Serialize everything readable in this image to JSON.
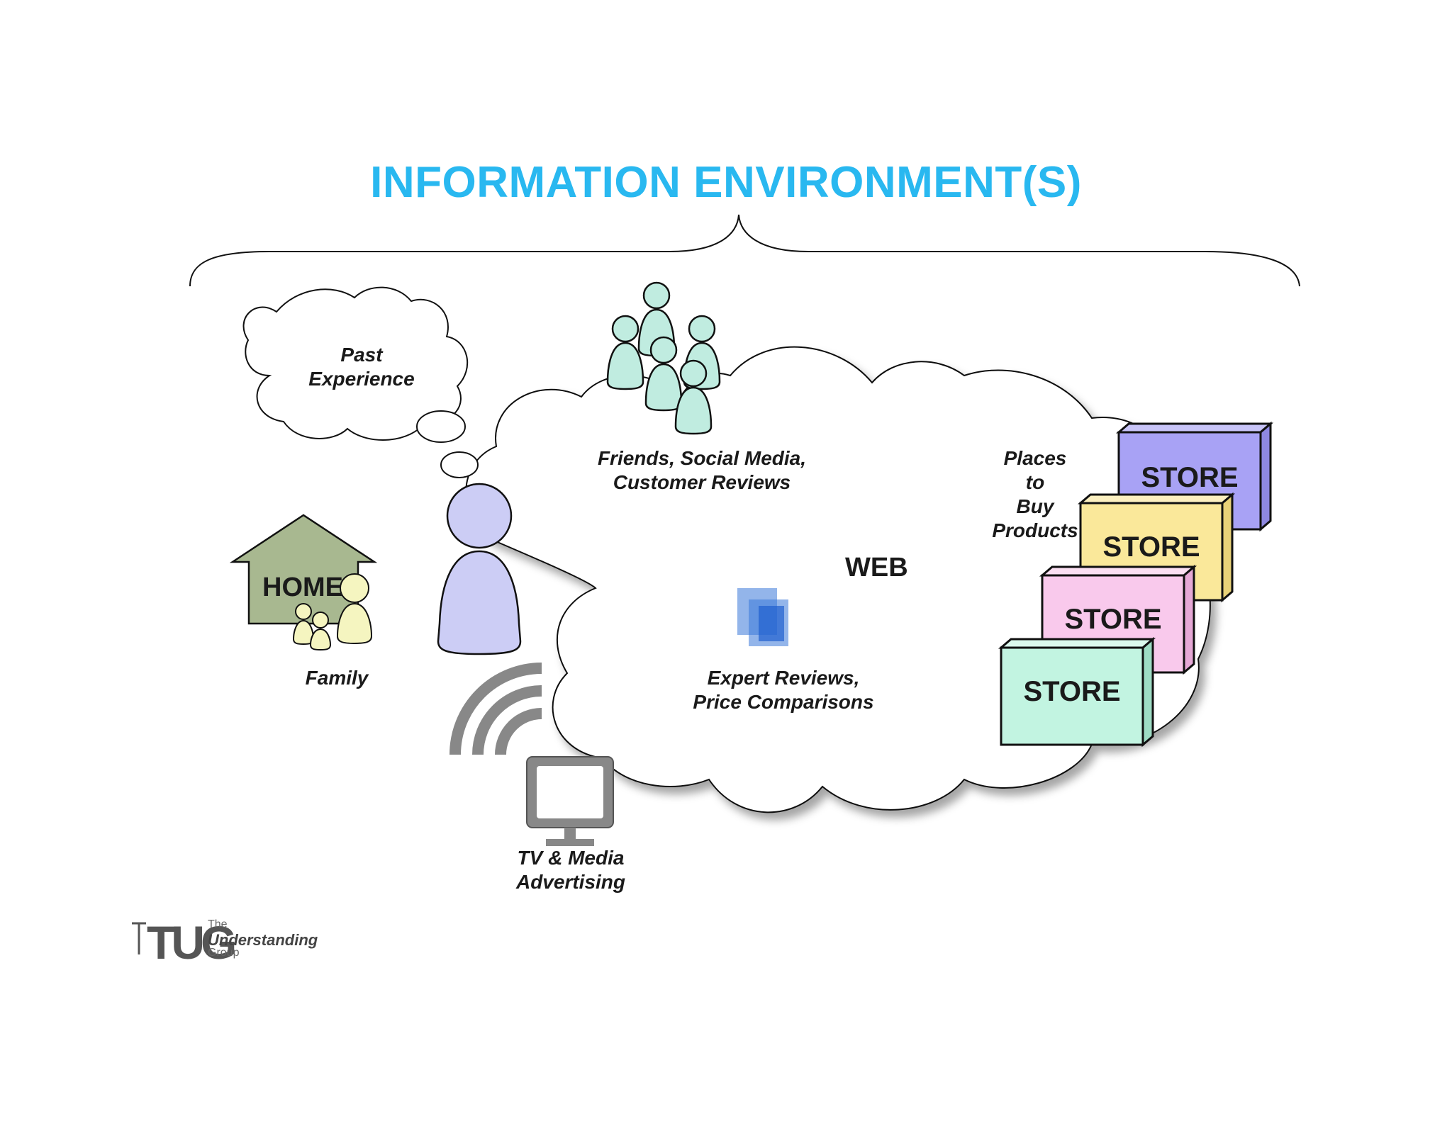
{
  "title": "INFORMATION ENVIRONMENT(S)",
  "colors": {
    "title": "#29b8f0",
    "home": "#a8b890",
    "person": "#cccdf5",
    "family_figures": "#f5f5c0",
    "friends_figures": "#c0ece0",
    "expert_squares": "#3a78d8",
    "tv_gray": "#888888",
    "store_purple": "#a8a2f5",
    "store_yellow": "#fae89a",
    "store_pink": "#f9c9ec",
    "store_teal": "#c2f4e1"
  },
  "labels": {
    "past_experience": "Past\nExperience",
    "home": "HOME",
    "family": "Family",
    "friends": "Friends, Social Media,\nCustomer Reviews",
    "web": "WEB",
    "places": "Places\nto\nBuy\nProducts",
    "expert": "Expert Reviews,\nPrice Comparisons",
    "tv": "TV & Media\nAdvertising"
  },
  "stores": [
    "STORE",
    "STORE",
    "STORE",
    "STORE"
  ],
  "logo": {
    "letters": "TUG",
    "line1": "The",
    "line2": "Understanding",
    "line3": "Group"
  }
}
